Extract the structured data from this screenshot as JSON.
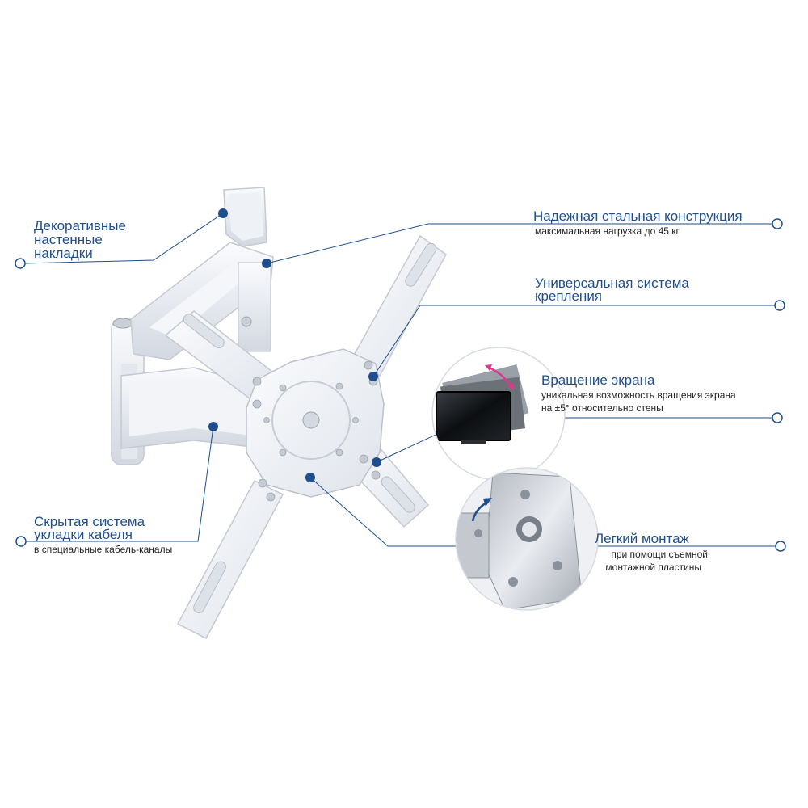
{
  "colors": {
    "accent": "#1e4e8c",
    "text": "#231f20",
    "arrow_magenta": "#e0368c",
    "arrow_blue": "#1e4e8c"
  },
  "features": [
    {
      "title_lines": [
        "Декоративные",
        "настенные",
        "накладки"
      ],
      "sub_lines": []
    },
    {
      "title_lines": [
        "Надежная стальная конструкция"
      ],
      "sub_lines": [
        "максимальная нагрузка до 45 кг"
      ]
    },
    {
      "title_lines": [
        "Универсальная система",
        "крепления"
      ],
      "sub_lines": []
    },
    {
      "title_lines": [
        "Вращение экрана"
      ],
      "sub_lines": [
        "уникальная возможность вращения экрана",
        "на ±5° относительно стены"
      ]
    },
    {
      "title_lines": [
        "Скрытая система",
        "укладки кабеля"
      ],
      "sub_lines": [
        "в специальные кабель-каналы"
      ]
    },
    {
      "title_lines": [
        "Легкий монтаж"
      ],
      "sub_lines": [
        "при помощи съемной",
        "монтажной пластины"
      ]
    }
  ]
}
